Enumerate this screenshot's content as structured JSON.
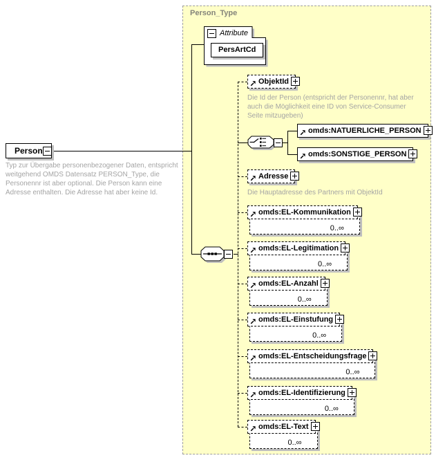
{
  "container": {
    "title": "Person_Type"
  },
  "person": {
    "label": "Person",
    "description": [
      "Typ zur Übergabe personenbezogener Daten, entspricht",
      "weitgehend OMDS Datensatz PERSON_Type, die",
      "Personennr ist aber optional. Die Person kann eine",
      "Adresse enthalten. Die Adresse hat aber keine Id."
    ]
  },
  "attribute_group": {
    "label": "Attribute",
    "attribute": "PersArtCd"
  },
  "choice": {
    "children": [
      {
        "label": "omds:NATUERLICHE_PERSON"
      },
      {
        "label": "omds:SONSTIGE_PERSON"
      }
    ]
  },
  "sequence": {
    "children": [
      {
        "label": "ObjektId",
        "description": [
          "Die Id der Person (entspricht der Personennr, hat aber",
          "auch die Möglichkeit eine ID von Service-Consumer",
          "Seite mitzugeben)"
        ]
      },
      {
        "label": "Adresse",
        "description": [
          "Die Hauptadresse des Partners mit ObjektId"
        ]
      },
      {
        "label": "omds:EL-Kommunikation",
        "occurrence": "0..∞"
      },
      {
        "label": "omds:EL-Legitimation",
        "occurrence": "0..∞"
      },
      {
        "label": "omds:EL-Anzahl",
        "occurrence": "0..∞"
      },
      {
        "label": "omds:EL-Einstufung",
        "occurrence": "0..∞"
      },
      {
        "label": "omds:EL-Entscheidungsfrage",
        "occurrence": "0..∞"
      },
      {
        "label": "omds:EL-Identifizierung",
        "occurrence": "0..∞"
      },
      {
        "label": "omds:EL-Text",
        "occurrence": "0..∞"
      }
    ]
  },
  "icons": {
    "collapse": "minus-square",
    "expand": "plus-square",
    "reference": "arrow-northeast",
    "sequence": "sequence-connector",
    "choice": "choice-connector"
  },
  "colors": {
    "container_fill": "#ffffc8",
    "container_border": "#9c9c9c",
    "shadow": "#bfbfbf",
    "annotation_text": "#a4a4a4",
    "container_title": "#84847a",
    "line": "#000000"
  }
}
